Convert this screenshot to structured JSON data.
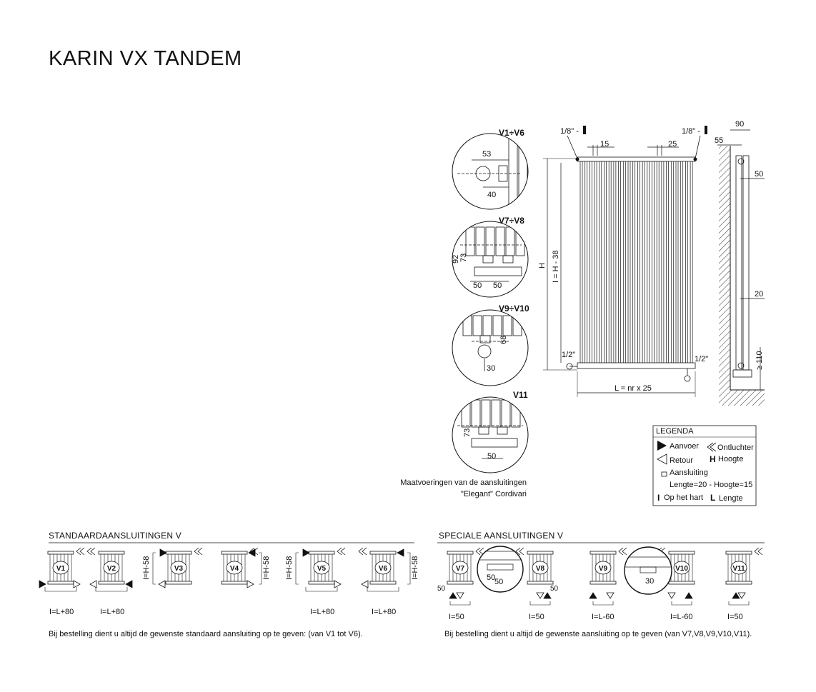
{
  "title": "KARIN VX TANDEM",
  "details": {
    "v1_v6": {
      "label": "V1÷V6",
      "dim_top": "53",
      "dim_bottom": "40"
    },
    "v7_v8": {
      "label": "V7÷V8",
      "dim_v1": "92",
      "dim_v2": "73",
      "dim_h1": "50",
      "dim_h2": "50"
    },
    "v9_v10": {
      "label": "V9÷V10",
      "dim_v": "68",
      "dim_h": "30"
    },
    "v11": {
      "label": "V11",
      "dim_v": "73",
      "dim_h": "50"
    },
    "caption_line1": "Maatvoeringen van de aansluitingen",
    "caption_line2": "\"Elegant\" Cordivari"
  },
  "front_view": {
    "vent_left": "1/8\" -",
    "vent_right": "1/8\" -",
    "dim_15": "15",
    "dim_25": "25",
    "height": "H",
    "inner_height": "I = H - 38",
    "conn_left": "1/2\"",
    "conn_right": "1/2\"",
    "length": "L = nr x 25"
  },
  "side_view": {
    "dim_90": "90",
    "dim_55": "55",
    "dim_50": "50",
    "dim_20": "20",
    "dim_110": "≥ 110"
  },
  "legend": {
    "title": "LEGENDA",
    "aanvoer": "Aanvoer",
    "ontluchter": "Ontluchter",
    "retour": "Retour",
    "hoogte_symbol": "H",
    "hoogte": "Hoogte",
    "aansluiting": "Aansluiting",
    "aansluiting_dims": "Lengte=20 - Hoogte=15",
    "hart_symbol": "I",
    "hart": "Op het hart",
    "lengte_symbol": "L",
    "lengte": "Lengte"
  },
  "standard": {
    "heading": "STANDAARDAANSLUITINGEN V",
    "items": [
      {
        "code": "V1",
        "formula": "I=L+80"
      },
      {
        "code": "V2",
        "formula": "I=L+80"
      },
      {
        "code": "V3",
        "formula": "I=H-58"
      },
      {
        "code": "V4",
        "formula": "I=H-58"
      },
      {
        "code": "V5",
        "formula": "I=L+80",
        "formula2": "I=H-58"
      },
      {
        "code": "V6",
        "formula": "I=L+80",
        "formula2": "I=H-58"
      }
    ],
    "note": "Bij bestelling dient u altijd de gewenste standaard aansluiting op te geven: (van V1 tot V6)."
  },
  "special": {
    "heading": "SPECIALE AANSLUITINGEN V",
    "items": [
      {
        "code": "V7",
        "formula": "I=50",
        "side": "50"
      },
      {
        "code": "V8",
        "formula": "I=50",
        "side": "50"
      },
      {
        "code": "V9",
        "formula": "I=L-60"
      },
      {
        "code": "V10",
        "formula": "I=L-60"
      },
      {
        "code": "V11",
        "formula": "I=50"
      }
    ],
    "zoom_v78_a": "50",
    "zoom_v78_b": "50",
    "zoom_v910": "30",
    "note": "Bij bestelling dient u altijd de gewenste aansluiting op te geven (van V7,V8,V9,V10,V11)."
  }
}
